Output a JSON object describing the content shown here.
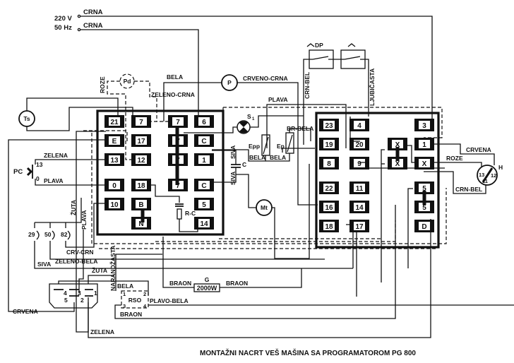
{
  "power": {
    "voltage": "220 V",
    "frequency": "50 Hz",
    "line1": "CRNA",
    "line2": "CRNA"
  },
  "left_panel": {
    "terminals": [
      {
        "id": "l-21",
        "label": "21"
      },
      {
        "id": "l-7a",
        "label": "7"
      },
      {
        "id": "l-7b",
        "label": "7"
      },
      {
        "id": "l-6",
        "label": "6"
      },
      {
        "id": "l-E",
        "label": "E"
      },
      {
        "id": "l-17",
        "label": "17"
      },
      {
        "id": "l-7c",
        "label": "7"
      },
      {
        "id": "l-Ca",
        "label": "C"
      },
      {
        "id": "l-13",
        "label": "13"
      },
      {
        "id": "l-12",
        "label": "12"
      },
      {
        "id": "l-7d",
        "label": "7"
      },
      {
        "id": "l-1",
        "label": "1"
      },
      {
        "id": "l-0",
        "label": "0"
      },
      {
        "id": "l-18",
        "label": "18"
      },
      {
        "id": "l-7e",
        "label": "7"
      },
      {
        "id": "l-Cb",
        "label": "C"
      },
      {
        "id": "l-10",
        "label": "10"
      },
      {
        "id": "l-B",
        "label": "B"
      },
      {
        "id": "l-5",
        "label": "5"
      },
      {
        "id": "l-N",
        "label": "N"
      },
      {
        "id": "l-14",
        "label": "14"
      }
    ],
    "rc_label": "R-C"
  },
  "right_panel": {
    "terminals": [
      {
        "id": "r-23",
        "label": "23"
      },
      {
        "id": "r-4",
        "label": "4"
      },
      {
        "id": "r-3",
        "label": "3"
      },
      {
        "id": "r-19",
        "label": "19"
      },
      {
        "id": "r-20",
        "label": "20"
      },
      {
        "id": "r-Xa",
        "label": "X"
      },
      {
        "id": "r-1",
        "label": "1"
      },
      {
        "id": "r-8",
        "label": "8"
      },
      {
        "id": "r-9",
        "label": "9"
      },
      {
        "id": "r-Xb",
        "label": "X"
      },
      {
        "id": "r-Xc",
        "label": "X"
      },
      {
        "id": "r-22",
        "label": "22"
      },
      {
        "id": "r-11",
        "label": "11"
      },
      {
        "id": "r-5a",
        "label": "5"
      },
      {
        "id": "r-16",
        "label": "16"
      },
      {
        "id": "r-14",
        "label": "14"
      },
      {
        "id": "r-5b",
        "label": "5"
      },
      {
        "id": "r-18",
        "label": "18"
      },
      {
        "id": "r-17",
        "label": "17"
      },
      {
        "id": "r-D",
        "label": "D"
      }
    ]
  },
  "components": {
    "ts": "Ts",
    "pd": "Pd",
    "p": "P",
    "s1": "S",
    "s1_sub": "1",
    "mt": "Mt",
    "pc": "PC",
    "pc_13": "13",
    "pc_0": "0",
    "epp": "Epp",
    "ep": "Ep",
    "cap": "C",
    "mdp": "DP",
    "h": "H",
    "h_pins": [
      "13",
      "11",
      "12"
    ],
    "heater_name": "G",
    "heater_rating": "2000W",
    "rso": "RSO",
    "rso_pins": [
      "1",
      "2",
      "3",
      "4"
    ],
    "switches": [
      "29",
      "50",
      "82"
    ],
    "connector_pins": [
      "4",
      "3",
      "1",
      "5",
      "2"
    ]
  },
  "wire_labels": {
    "roze_pd": "ROZE",
    "zeleno_crna": "ZELENO-CRNA",
    "bela_top": "BELA",
    "crveno_crna": "CRVENO-CRNA",
    "plava_top": "PLAVA",
    "crn_bel_top": "CRN-BEL",
    "ljubicasta": "LJUBIČASTA",
    "br_bela": "BR-BELA",
    "bela_epp": "BELA",
    "bela_ep": "BELA",
    "siva_1": "SIVA",
    "siva_2": "SIVA",
    "zelena_pc": "ZELENA",
    "plava_pc": "PLAVA",
    "zuta_1": "ŽUTA",
    "plava_v": "PLAVA",
    "crv_crn": "CRV-CRN",
    "zeleno_bela": "ZELENO-BELA",
    "siva_bottom": "SIVA",
    "zuta_2": "ŽUTA",
    "narandzasta": "NARANDŽASTA",
    "bela_rso": "BELA",
    "braon_left": "BRAON",
    "braon_right": "BRAON",
    "plavo_bela": "PLAVO-BELA",
    "braon_rso": "BRAON",
    "crvena_bottom": "CRVENA",
    "zelena_bottom": "ZELENA",
    "crvena_h": "CRVENA",
    "roze_h": "ROZE",
    "crn_bel_h": "CRN-BEL"
  },
  "caption": "MONTAŽNI NACRT VEŠ MAŠINA SA PROGRAMATOROM PG 800"
}
